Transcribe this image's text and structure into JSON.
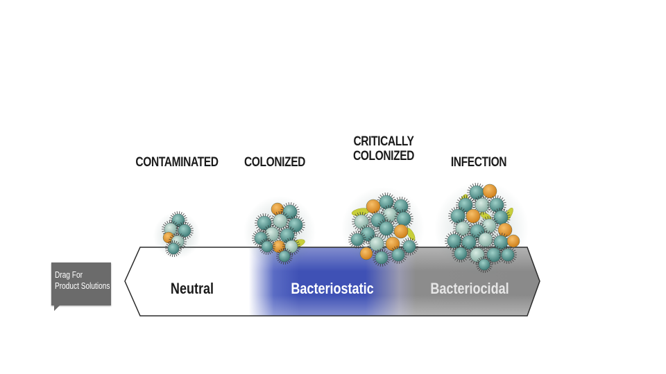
{
  "stages": [
    {
      "label": "CONTAMINATED"
    },
    {
      "label": "COLONIZED"
    },
    {
      "label": "CRITICALLY\nCOLONIZED"
    },
    {
      "label": "INFECTION"
    }
  ],
  "zones": [
    {
      "label": "Neutral",
      "color": "#ffffff",
      "text_color": "#1a1a1a"
    },
    {
      "label": "Bacteriostatic",
      "color": "#3f51b5",
      "text_color": "#ffffff"
    },
    {
      "label": "Bacteriocidal",
      "color": "#8a8a8a",
      "text_color": "#e6e6e6"
    }
  ],
  "tooltip": {
    "text": "Drag For\nProduct Solutions"
  },
  "colors": {
    "teal": "#5f9e98",
    "pale_teal": "#a9c9bd",
    "orange": "#e69a2e",
    "yellow_green": "#c8cf3a"
  }
}
